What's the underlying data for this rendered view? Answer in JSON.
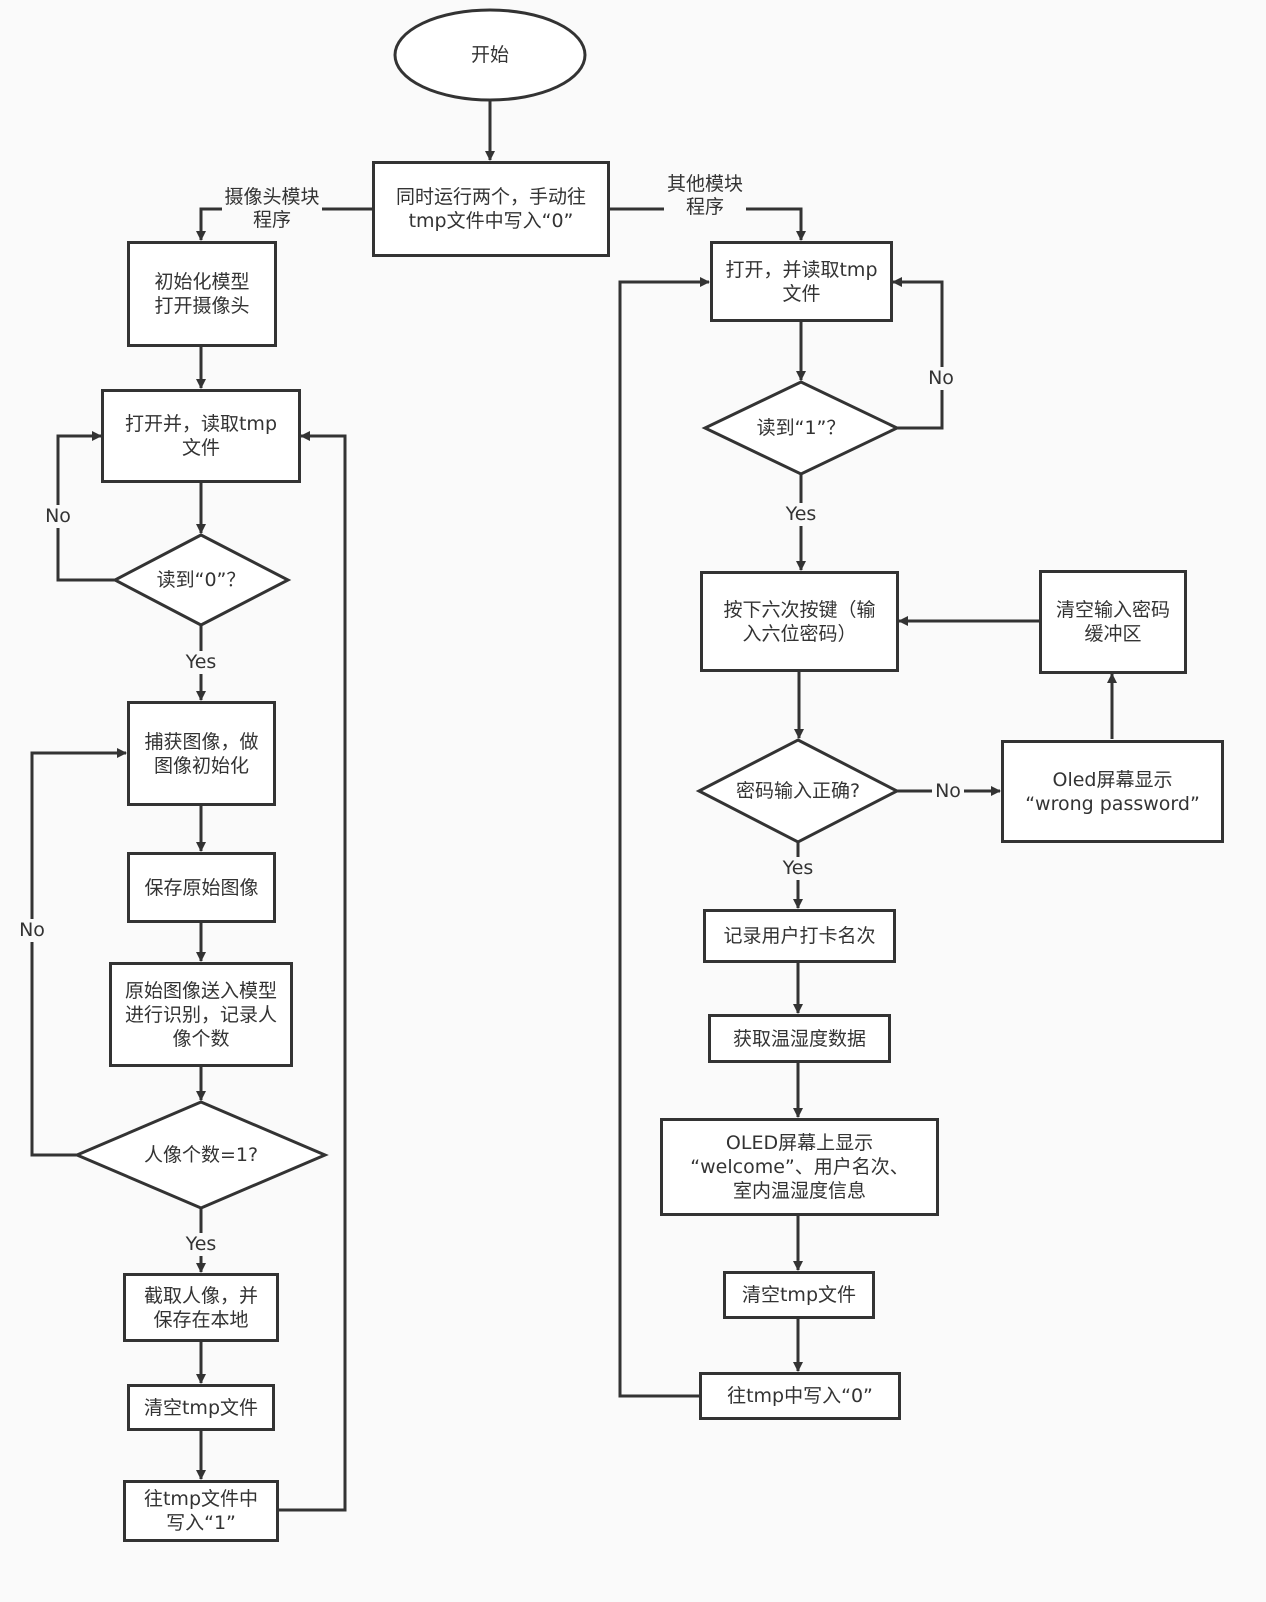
{
  "diagram": {
    "nodes": {
      "start": "开始",
      "run_both": "同时运行两个，手动往\ntmp文件中写入“0”",
      "init_model": "初始化模型\n打开摄像头",
      "open_read_left": "打开并，读取tmp\n文件",
      "read_zero": "读到“0”？",
      "capture": "捕获图像，做\n图像初始化",
      "save_original": "保存原始图像",
      "send_model": "原始图像送入模型\n进行识别，记录人\n像个数",
      "count_eq_1": "人像个数=1?",
      "crop_save": "截取人像，并\n保存在本地",
      "clear_tmp_left": "清空tmp文件",
      "write_one": "往tmp文件中\n写入“1”",
      "open_read_right": "打开，并读取tmp\n文件",
      "read_one": "读到“1”？",
      "press_keys": "按下六次按键（输\n入六位密码）",
      "clear_buffer": "清空输入密码\n缓冲区",
      "pwd_correct": "密码输入正确?",
      "oled_wrong": "Oled屏幕显示\n“wrong password”",
      "record_user": "记录用户打卡名次",
      "get_temp": "获取温湿度数据",
      "oled_welcome": "OLED屏幕上显示\n“welcome”、用户名次、\n室内温湿度信息",
      "clear_tmp_right": "清空tmp文件",
      "write_zero": "往tmp中写入“0”"
    },
    "edge_labels": {
      "camera_branch": "摄像头模块\n程序",
      "other_branch": "其他模块\n程序",
      "no_read_zero": "No",
      "yes_read_zero": "Yes",
      "no_count": "No",
      "yes_count": "Yes",
      "no_read_one": "No",
      "yes_read_one": "Yes",
      "no_pwd": "No",
      "yes_pwd": "Yes"
    },
    "colors": {
      "stroke": "#333333",
      "fill": "#ffffff",
      "background": "#fafafa"
    }
  }
}
